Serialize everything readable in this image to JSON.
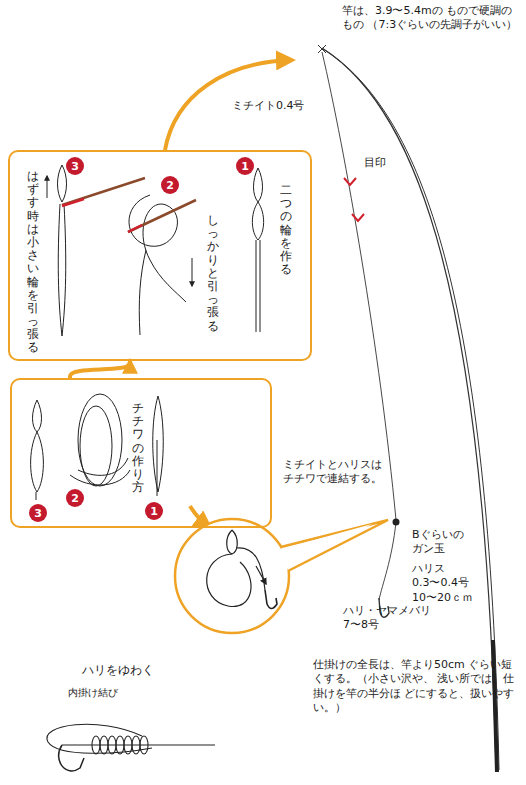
{
  "diagram": {
    "nodes": [
      {
        "text": [
          "二つの輪を作る",
          "しっかりと引っ張る",
          "はずす時は小さい輪を引っ張る"
        ]
      },
      {
        "text": [
          "1"
        ],
        "in": 0
      },
      {
        "text": [
          "2"
        ],
        "in": 0
      },
      {
        "text": [
          "3"
        ],
        "in": 0
      },
      {
        "text": [
          "チチワの作り方"
        ]
      },
      {
        "text": [
          "3"
        ],
        "in": 4
      },
      {
        "text": [
          "2"
        ],
        "in": 4
      },
      {
        "text": [
          "1"
        ],
        "in": 4
      }
    ],
    "edges": [
      {
        "from": 4,
        "to": 0,
        "arrow": "to"
      }
    ],
    "labels": [
      "竿は、3.9〜5.4mの もので硬調のもの （7:3ぐらいの先調子がいい）",
      "ミチイト0.4号",
      "目印",
      "ミチイトとハリスは チチワで連結する。",
      "Bぐらいの ガン玉",
      "ハリス 0.3〜0.4号 10〜20ｃｍ",
      "ハリ・ヤマメバリ 7〜8号",
      "仕掛けの全長は、竿より50cm ぐらい短くする。（小さい沢や、 浅い所では、仕掛けを竿の半分ほ どにすると、扱いやすい。）",
      "ハリをゆわく",
      "内掛け結び"
    ]
  }
}
